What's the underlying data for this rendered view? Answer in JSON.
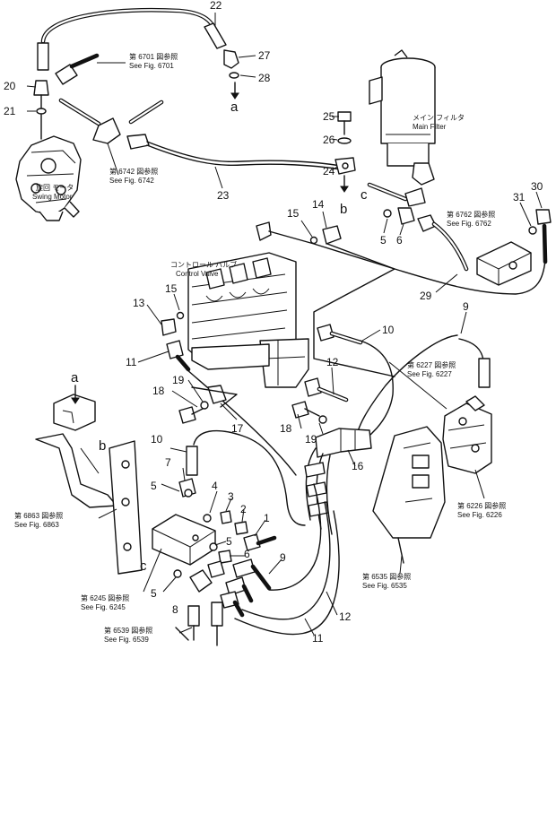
{
  "callouts": {
    "c1": "1",
    "c2": "2",
    "c3": "3",
    "c4": "4",
    "c5a": "5",
    "c5b": "5",
    "c5c": "5",
    "c5d": "5",
    "c6a": "6",
    "c6b": "6",
    "c7": "7",
    "c8": "8",
    "c9a": "9",
    "c9b": "9",
    "c10a": "10",
    "c10b": "10",
    "c11a": "11",
    "c11b": "11",
    "c12a": "12",
    "c12b": "12",
    "c13": "13",
    "c14": "14",
    "c15a": "15",
    "c15b": "15",
    "c16": "16",
    "c17": "17",
    "c18a": "18",
    "c18b": "18",
    "c19a": "19",
    "c19b": "19",
    "c20": "20",
    "c21": "21",
    "c22": "22",
    "c23": "23",
    "c24": "24",
    "c25": "25",
    "c26": "26",
    "c27": "27",
    "c28": "28",
    "c29": "29",
    "c30": "30",
    "c31": "31"
  },
  "letters": {
    "a_top": "a",
    "a_left": "a",
    "b_right": "b",
    "b_left": "b",
    "c_right": "c",
    "c_left": "c"
  },
  "refs": {
    "r6701_jp": "第 6701 図参照",
    "r6701_en": "See Fig. 6701",
    "r6742_jp": "第 6742 図参照",
    "r6742_en": "See Fig. 6742",
    "r6762_jp": "第 6762 図参照",
    "r6762_en": "See Fig. 6762",
    "r6227_jp": "第 6227 図参照",
    "r6227_en": "See Fig. 6227",
    "r6226_jp": "第 6226 図参照",
    "r6226_en": "See Fig. 6226",
    "r6863_jp": "第 6863 図参照",
    "r6863_en": "See Fig. 6863",
    "r6245_jp": "第 6245 図参照",
    "r6245_en": "See Fig. 6245",
    "r6535_jp": "第 6535 図参照",
    "r6535_en": "See Fig. 6535",
    "r6539_jp": "第 6539 図参照",
    "r6539_en": "See Fig. 6539"
  },
  "components": {
    "swing_motor_jp": "旋回 モータ",
    "swing_motor_en": "Swing Motor",
    "main_filter_jp": "メイン フィルタ",
    "main_filter_en": "Main Filter",
    "control_valve_jp": "コントロール バルブ",
    "control_valve_en": "Control Valve"
  }
}
